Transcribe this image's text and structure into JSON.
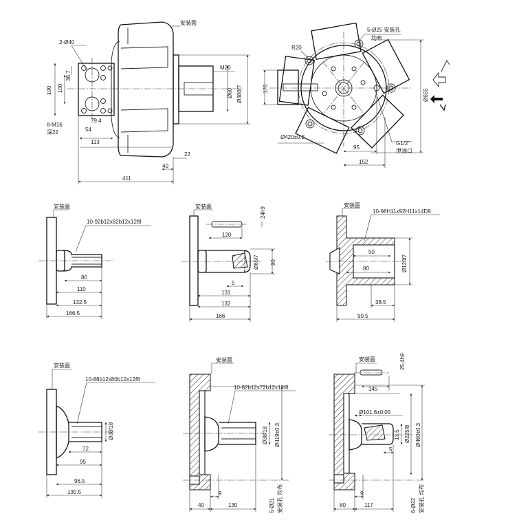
{
  "common": {
    "mount_face": "安装面"
  },
  "top_side": {
    "holes": "2-Ø40",
    "thread": "8-M16",
    "depth": "深22",
    "d190": "190",
    "d100": "100",
    "d36_7": "36.7",
    "d79_4": "79.4",
    "d54": "54",
    "d113": "113",
    "d40": "40",
    "d22": "22",
    "d411": "411",
    "m20": "M20",
    "d60": "Ø60",
    "d380": "Ø380f7"
  },
  "top_front": {
    "mount_holes": "5-Ø25 安装孔",
    "even": "均布",
    "r20": "R20",
    "d176": "176",
    "d655": "Ø655",
    "d420": "Ø420±0.2",
    "d95": "95",
    "d152": "152",
    "g12": "G1/2\"",
    "drain": "泄油口"
  },
  "mid1": {
    "spline": "10-92b12x82b12x12f8",
    "d80": "80",
    "d110": "110",
    "d132_5": "132.5",
    "d166_5": "166.5"
  },
  "mid2": {
    "d24": "24h9",
    "d120": "120",
    "d85": "Ø85f7",
    "d90": "90",
    "d5": "5",
    "d131": "131",
    "d132": "132",
    "d166": "166"
  },
  "mid3": {
    "spline": "10-98H11x92H11x14D9",
    "d50": "50",
    "d80": "80",
    "d120": "Ø120f7",
    "d38_5": "38.5",
    "d90_5": "90.5"
  },
  "bot1": {
    "spline": "10-88b12x80b12x12f8",
    "d38": "Ø38f18",
    "d72": "72",
    "d95": "95",
    "d96_5": "96.5",
    "d130_5": "130.5"
  },
  "bot2": {
    "spline": "10-82b12x72b12x12f8",
    "d38": "Ø38f18",
    "d419": "Ø419±0.3",
    "d9": "9",
    "d40": "40",
    "d130": "130",
    "d5_21": "5-Ø21",
    "holes": "安装孔 均布"
  },
  "bot3": {
    "d25_4": "25.4h9",
    "d145": "145",
    "d101_6": "Ø101.6±0.05",
    "d13_5": "13.5",
    "d225": "Ø225f8",
    "d460": "Ø460±0.3",
    "d5": "5",
    "d9": "9",
    "d80": "80",
    "d117": "117",
    "d6_22": "6-Ø22",
    "holes": "安装孔 均布"
  }
}
